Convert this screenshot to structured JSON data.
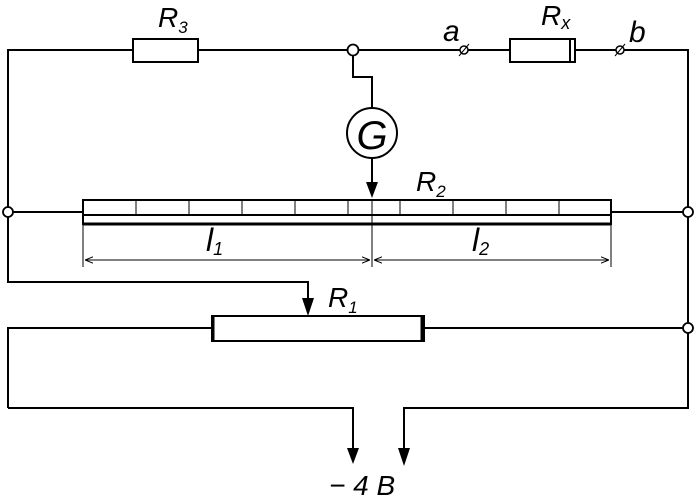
{
  "labels": {
    "r3": "R",
    "r3_sub": "3",
    "rx": "R",
    "rx_sub": "x",
    "node_a": "a",
    "node_b": "b",
    "galvanometer": "G",
    "r2": "R",
    "r2_sub": "2",
    "l1": "l",
    "l1_sub": "1",
    "l2": "l",
    "l2_sub": "2",
    "r1": "R",
    "r1_sub": "1",
    "source": "− 4 B"
  }
}
